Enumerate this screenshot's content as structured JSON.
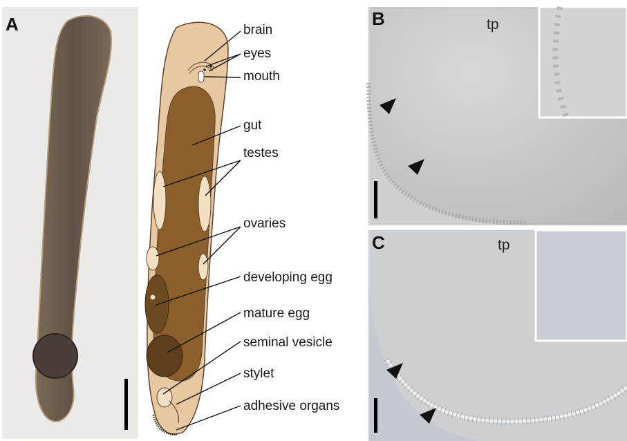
{
  "panels": {
    "a": "A",
    "b": "B",
    "c": "C"
  },
  "tp_b": "tp",
  "tp_c": "tp",
  "labels": {
    "brain": "brain",
    "eyes": "eyes",
    "mouth": "mouth",
    "gut": "gut",
    "testes": "testes",
    "ovaries": "ovaries",
    "developing_egg": "developing egg",
    "mature_egg": "mature egg",
    "seminal_vesicle": "seminal vesicle",
    "stylet": "stylet",
    "adhesive_organs": "adhesive organs"
  },
  "colors": {
    "body_outline": "#e9c9a3",
    "gut": "#8b5f2c",
    "gonad": "#f3dfc2",
    "egg_dark": "#5e3d1a",
    "micrograph_gray": "#c9c9c9"
  }
}
